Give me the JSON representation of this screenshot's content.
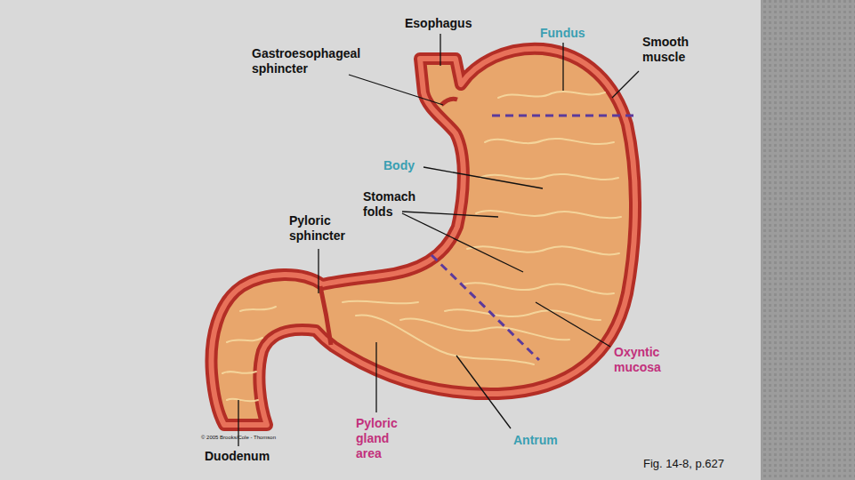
{
  "diagram": {
    "caption": "Fig. 14-8, p.627",
    "labels": [
      "Esophagus",
      "Gastroesophageal sphincter",
      "Fundus",
      "Smooth muscle",
      "Body",
      "Stomach folds",
      "Pyloric sphincter",
      "Oxyntic mucosa",
      "Pyloric gland area",
      "Antrum",
      "Duodenum",
      "© 2005 Brooks/Cole - Thomson"
    ]
  }
}
